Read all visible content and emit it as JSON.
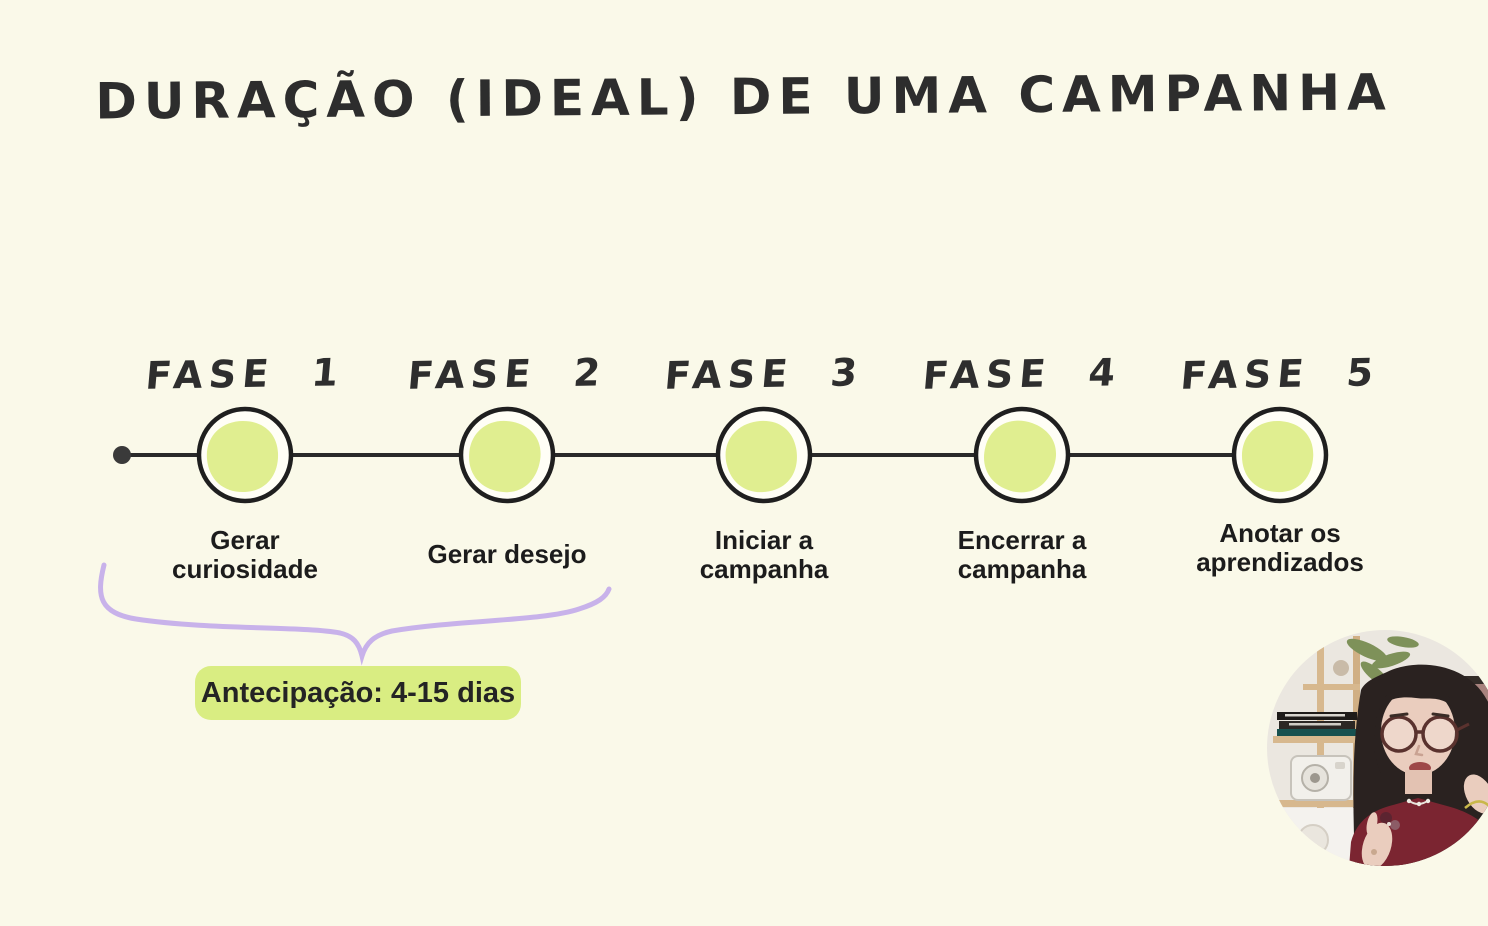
{
  "title": "DURAÇÃO (IDEAL) DE UMA CAMPANHA",
  "timeline": {
    "phases": [
      {
        "label": "FASE 1",
        "description": "Gerar curiosidade"
      },
      {
        "label": "FASE 2",
        "description": "Gerar desejo"
      },
      {
        "label": "FASE 3",
        "description": "Iniciar a campanha"
      },
      {
        "label": "FASE 4",
        "description": "Encerrar a campanha"
      },
      {
        "label": "FASE 5",
        "description": "Anotar os aprendizados"
      }
    ]
  },
  "annotation": {
    "label": "Antecipação: 4-15 dias",
    "spans": "FASE 1 e FASE 2"
  },
  "colors": {
    "background": "#FAF9E9",
    "ink": "#2D2D2D",
    "node_fill": "#E0EE90",
    "highlight": "#D9ED82",
    "brace": "#C8B2EA"
  },
  "webcam": {
    "name": "presenter-video-circle"
  }
}
